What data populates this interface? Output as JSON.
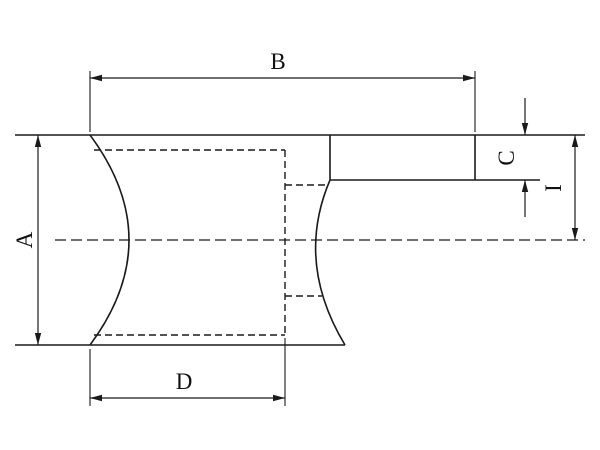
{
  "drawing": {
    "kind": "engineering-cross-section-drawing",
    "background_color": "#ffffff",
    "line_color": "#1a1a1a",
    "dimension_labels": {
      "A": "A",
      "B": "B",
      "C": "C",
      "D": "D",
      "I": "I"
    }
  }
}
